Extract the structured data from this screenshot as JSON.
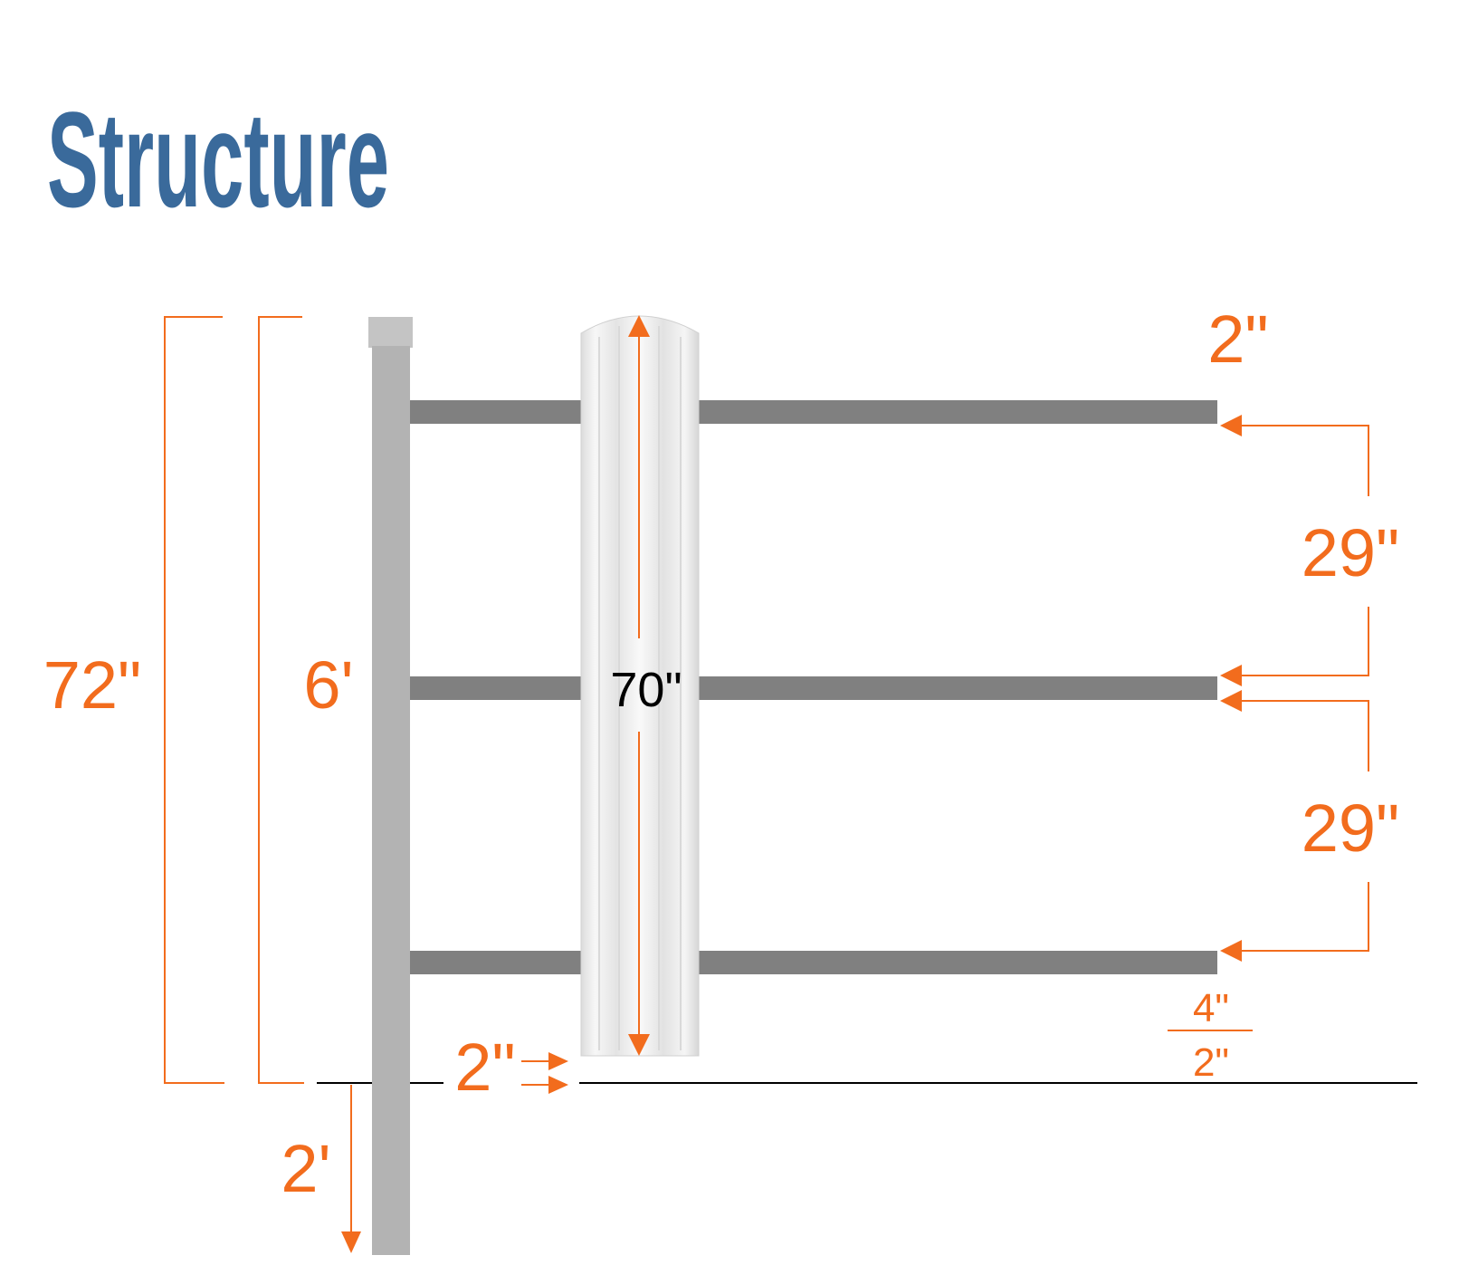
{
  "title": "Structure",
  "colors": {
    "title": "#3a6a9b",
    "dimension": "#f26c1d",
    "post": "#b3b3b3",
    "rail": "#808080",
    "picket": "#ececec",
    "ground": "#000000"
  },
  "dimensions": {
    "total_height": "72\"",
    "fence_height": "6'",
    "picket_length": "70\"",
    "top_gap": "2\"",
    "rail_spacing_upper": "29\"",
    "rail_spacing_lower": "29\"",
    "rail_height_top": "4\"",
    "rail_height_bottom": "2\"",
    "ground_clearance": "2\"",
    "post_depth": "2'"
  }
}
